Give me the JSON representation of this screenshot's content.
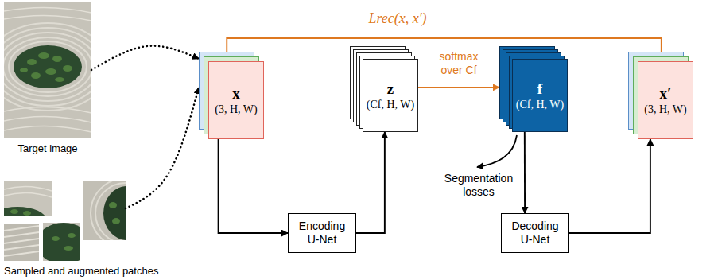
{
  "diagram": {
    "nodes": [
      {
        "text": [
          "Target image"
        ]
      },
      {
        "text": [
          "Sampled and augmented patches"
        ]
      },
      {
        "text": [
          "x",
          "(3, H, W)"
        ]
      },
      {
        "text": [
          "Encoding U-Net"
        ]
      },
      {
        "text": [
          "z",
          "(Cf, H, W)"
        ]
      },
      {
        "text": [
          "f",
          "(Cf, H, W)"
        ]
      },
      {
        "text": [
          "Decoding U-Net"
        ]
      },
      {
        "text": [
          "x′",
          "(3, H, W)"
        ]
      }
    ],
    "edges": [
      {
        "from": 0,
        "to": 2,
        "arrow": "to"
      },
      {
        "from": 1,
        "to": 2,
        "arrow": "to"
      },
      {
        "from": 2,
        "to": 3,
        "arrow": "to"
      },
      {
        "from": 3,
        "to": 4,
        "arrow": "to"
      },
      {
        "from": 4,
        "to": 5,
        "arrow": "to",
        "label": "softmax over Cf"
      },
      {
        "from": 5,
        "to": 6,
        "arrow": "to"
      },
      {
        "from": 6,
        "to": 7,
        "arrow": "to"
      },
      {
        "from": 2,
        "to": 7,
        "arrow": "none",
        "label": "Lrec(x, x′)"
      }
    ],
    "labels": [
      "Segmentation losses"
    ]
  }
}
